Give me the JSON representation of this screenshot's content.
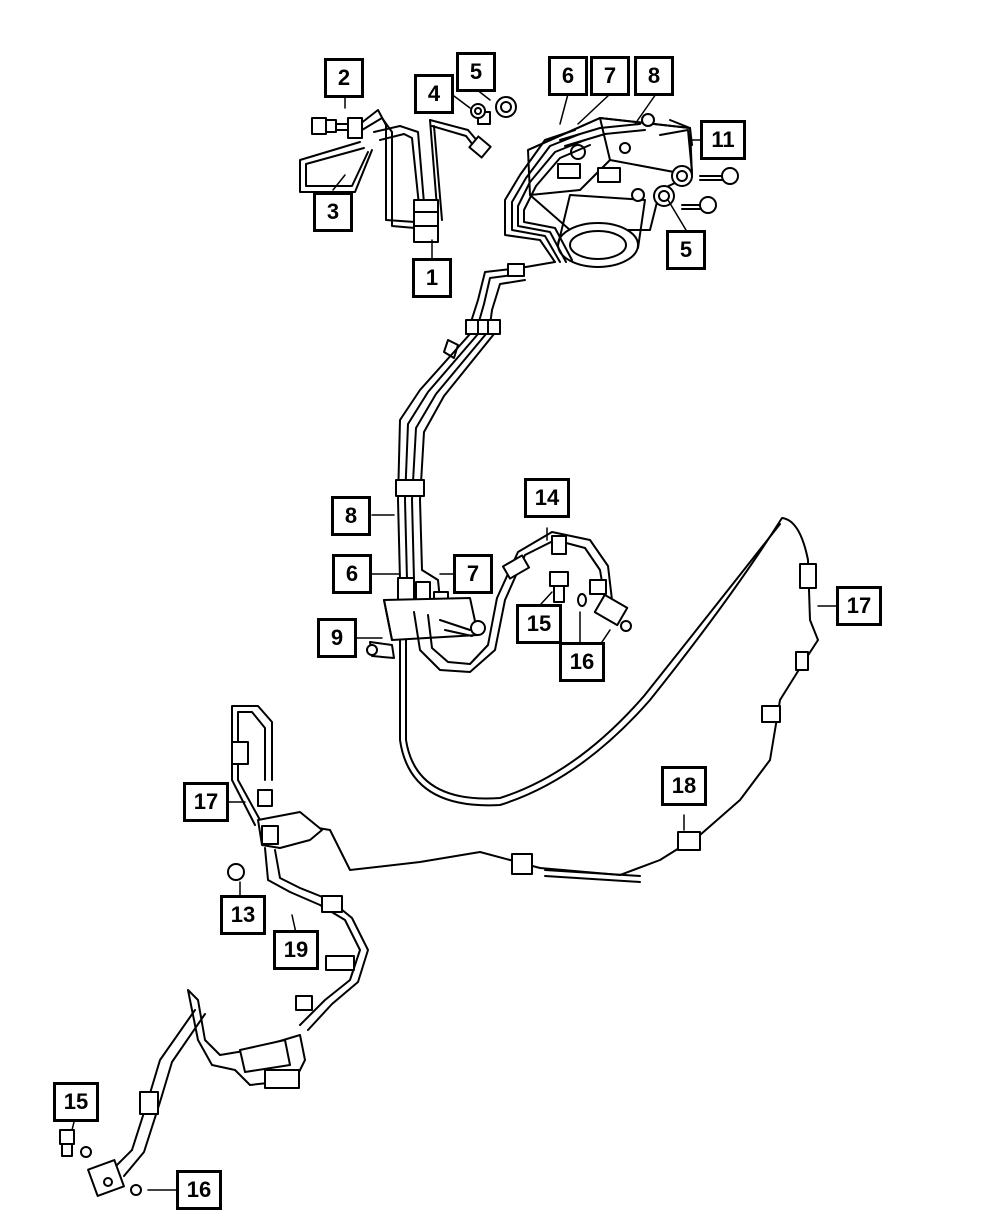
{
  "callouts": {
    "c2": "2",
    "c3": "3",
    "c1": "1",
    "c4": "4",
    "c5a": "5",
    "c6a": "6",
    "c7a": "7",
    "c8a": "8",
    "c11": "11",
    "c5b": "5",
    "c8b": "8",
    "c6b": "6",
    "c7b": "7",
    "c9": "9",
    "c14": "14",
    "c15a": "15",
    "c16a": "16",
    "c17a": "17",
    "c17b": "17",
    "c18": "18",
    "c13": "13",
    "c19": "19",
    "c15b": "15",
    "c16b": "16"
  },
  "colors": {
    "line": "#000000",
    "fill": "#ffffff",
    "shade": "#cfcfcf"
  }
}
